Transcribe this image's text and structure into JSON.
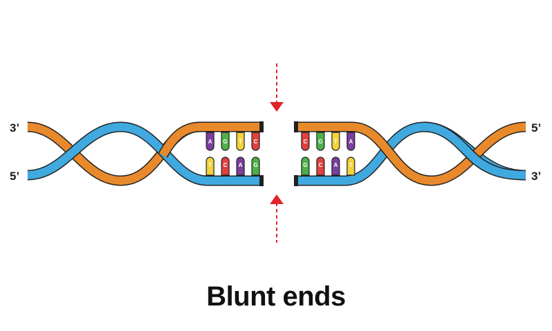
{
  "title": "Blunt ends",
  "colors": {
    "strand_orange": "#E8892C",
    "strand_blue": "#3FA9E0",
    "outline": "#222222",
    "arrow_red": "#E3232A",
    "base_A": "#7B3F9E",
    "base_C": "#E0403E",
    "base_G": "#4DAF4A",
    "base_T": "#F2D33A"
  },
  "left_fragment": {
    "top_label": "3’",
    "bottom_label": "5’",
    "top_bases": [
      "A",
      "G",
      "T",
      "C"
    ],
    "bottom_bases": [
      "T",
      "C",
      "A",
      "G"
    ]
  },
  "right_fragment": {
    "top_label": "5’",
    "bottom_label": "3’",
    "top_bases": [
      "C",
      "G",
      "T",
      "A"
    ],
    "bottom_bases": [
      "G",
      "C",
      "A",
      "T"
    ]
  },
  "arrows": {
    "top": "cut-arrow-pointing-down",
    "bottom": "cut-arrow-pointing-up"
  }
}
